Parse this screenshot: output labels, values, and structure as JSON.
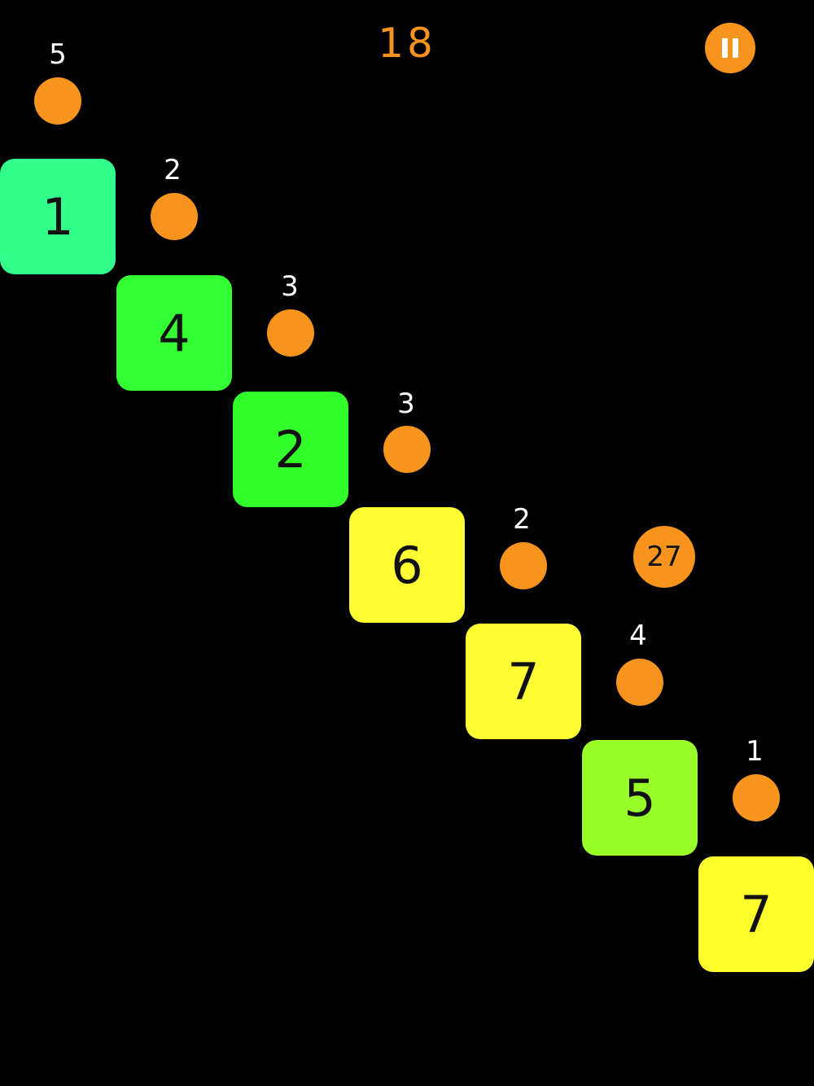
{
  "hud": {
    "score": "18"
  },
  "colors": {
    "background": "#000000",
    "accent": "#f7941d",
    "block_text": "#111111",
    "ball_count_text": "#ffffff"
  },
  "icons": {
    "pause": "pause-icon"
  },
  "blocks": [
    {
      "value": "1",
      "color": "#33ff8c"
    },
    {
      "value": "4",
      "color": "#33ff33"
    },
    {
      "value": "2",
      "color": "#33ff2a"
    },
    {
      "value": "6",
      "color": "#ffff33"
    },
    {
      "value": "7",
      "color": "#ffff33"
    },
    {
      "value": "5",
      "color": "#99ff2a"
    },
    {
      "value": "7",
      "color": "#ffff2e"
    }
  ],
  "balls": [
    {
      "count": "5"
    },
    {
      "count": "2"
    },
    {
      "count": "3"
    },
    {
      "count": "3"
    },
    {
      "count": "2"
    },
    {
      "count": "4"
    },
    {
      "count": "1"
    }
  ],
  "player": {
    "count": "27"
  }
}
